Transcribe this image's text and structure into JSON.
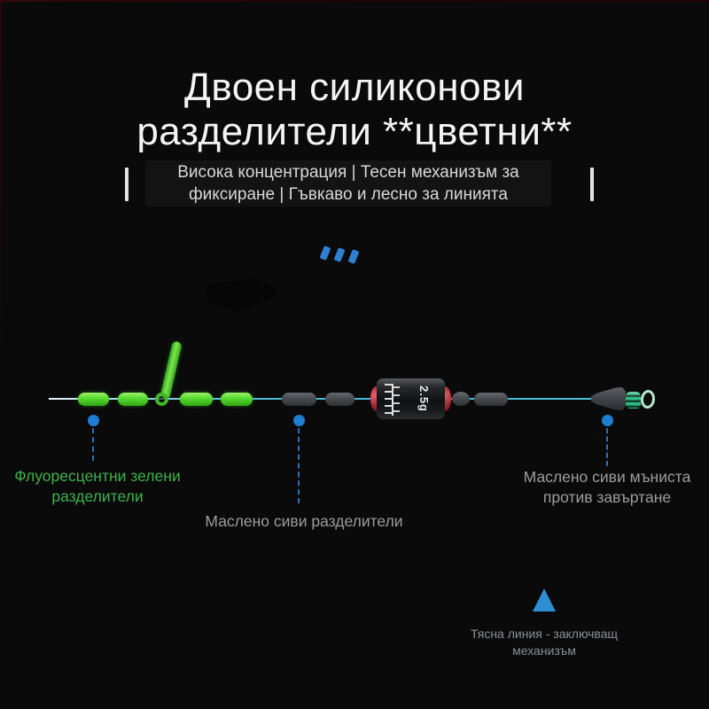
{
  "header": {
    "title_line1": "Двоен силиконови",
    "title_line2": "разделители **цветни**",
    "subtitle_line1": "Висока концентрация | Тесен механизъм за",
    "subtitle_line2": "фиксиране | Гъвкаво и лесно за линията"
  },
  "rig": {
    "weight_label": "2.5g"
  },
  "annotations": {
    "green_stoppers": {
      "line1": "Флуоресцентни зелени",
      "line2": "разделители"
    },
    "gray_stoppers": {
      "line1": "Маслено сиви разделители"
    },
    "anti_twist_beads": {
      "line1": "Маслено сиви мъниста",
      "line2": "против завъртане"
    }
  },
  "footnote": {
    "line1": "Тясна линия - заключващ",
    "line2": "механизъм"
  },
  "colors": {
    "background": "#0a0a0b",
    "accent_blue": "#2e7fd2",
    "fluorescent_green": "#55d92e",
    "label_green": "#3cb24a",
    "label_gray": "#9c9c9c",
    "line_cyan": "#43b6d6",
    "weight_cap_red": "#a02630"
  }
}
